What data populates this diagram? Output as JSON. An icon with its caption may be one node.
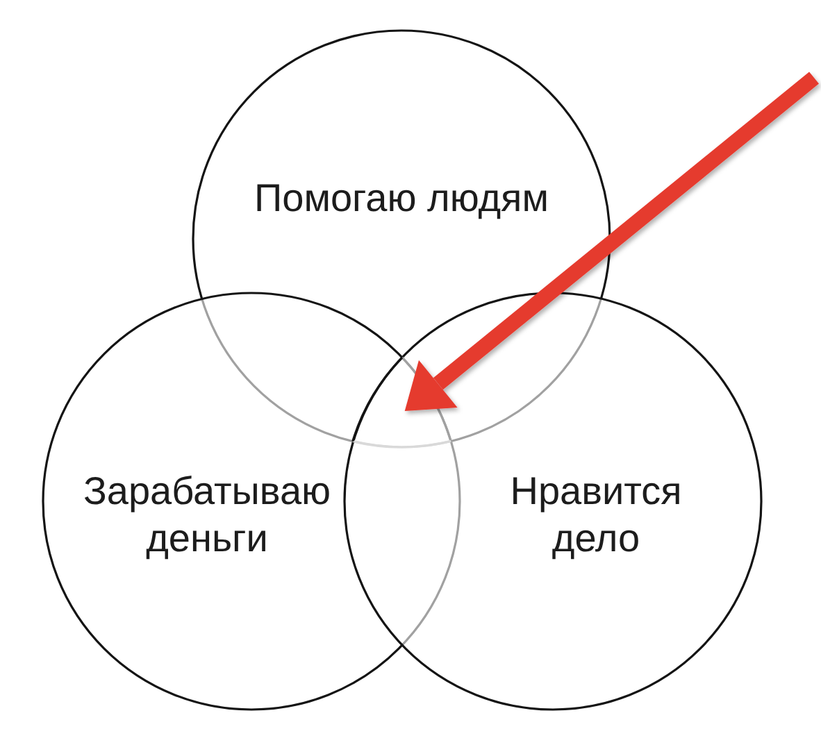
{
  "diagram": {
    "nodes": [
      {
        "text": [
          "Помогаю людям"
        ]
      },
      {
        "text": [
          "Зарабатываю деньги"
        ]
      },
      {
        "text": [
          "Нравится дело"
        ]
      },
      {
        "text": [],
        "shape": "triangle"
      }
    ],
    "edges": [
      {
        "from": null,
        "to": 3,
        "arrow": "to",
        "color": "#e53a2f"
      }
    ]
  }
}
